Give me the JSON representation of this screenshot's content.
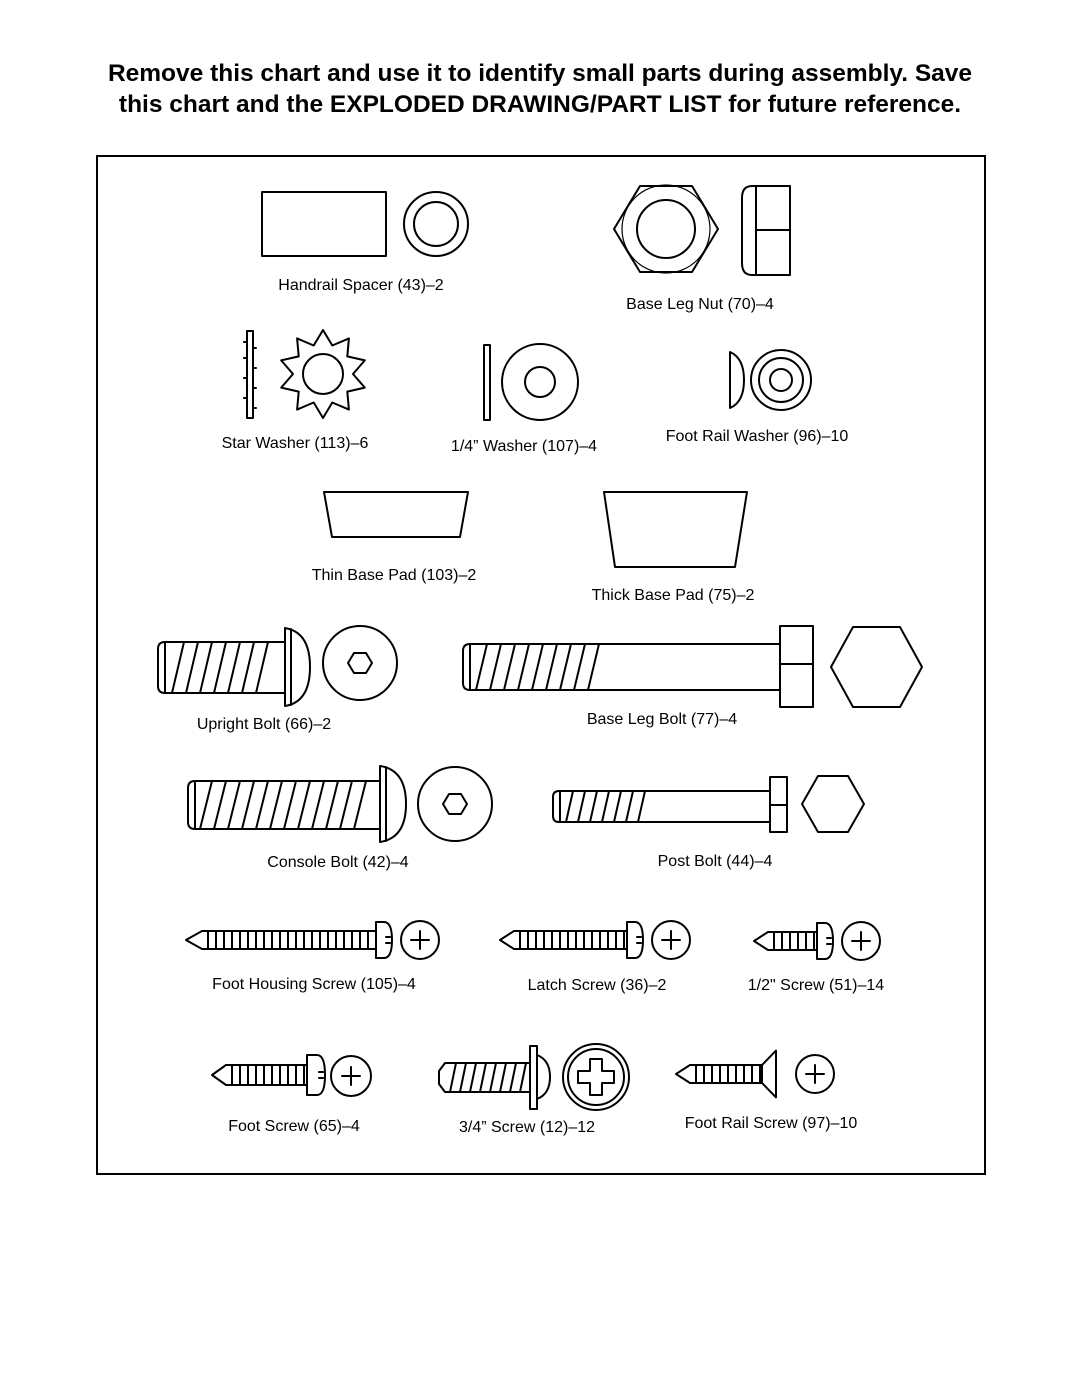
{
  "header": {
    "line1": "Remove this chart and use it to identify small parts during assembly. Save",
    "line2": "this chart and the EXPLODED DRAWING/PART LIST for future reference."
  },
  "parts": [
    {
      "label": "Handrail Spacer (43)–2",
      "icon": "handrail-spacer-icon"
    },
    {
      "label": "Base Leg Nut (70)–4",
      "icon": "base-leg-nut-icon"
    },
    {
      "label": "Star Washer (113)–6",
      "icon": "star-washer-icon"
    },
    {
      "label": "1/4” Washer (107)–4",
      "icon": "quarter-inch-washer-icon"
    },
    {
      "label": "Foot Rail Washer (96)–10",
      "icon": "foot-rail-washer-icon"
    },
    {
      "label": "Thin Base Pad (103)–2",
      "icon": "thin-base-pad-icon"
    },
    {
      "label": "Thick Base Pad (75)–2",
      "icon": "thick-base-pad-icon"
    },
    {
      "label": "Upright Bolt (66)–2",
      "icon": "upright-bolt-icon"
    },
    {
      "label": "Base Leg Bolt (77)–4",
      "icon": "base-leg-bolt-icon"
    },
    {
      "label": "Console Bolt (42)–4",
      "icon": "console-bolt-icon"
    },
    {
      "label": "Post Bolt (44)–4",
      "icon": "post-bolt-icon"
    },
    {
      "label": "Foot Housing Screw (105)–4",
      "icon": "foot-housing-screw-icon"
    },
    {
      "label": "Latch Screw (36)–2",
      "icon": "latch-screw-icon"
    },
    {
      "label": "1/2\" Screw (51)–14",
      "icon": "half-inch-screw-icon"
    },
    {
      "label": "Foot Screw (65)–4",
      "icon": "foot-screw-icon"
    },
    {
      "label": "3/4” Screw (12)–12",
      "icon": "three-quarter-inch-screw-icon"
    },
    {
      "label": "Foot Rail Screw (97)–10",
      "icon": "foot-rail-screw-icon"
    }
  ]
}
